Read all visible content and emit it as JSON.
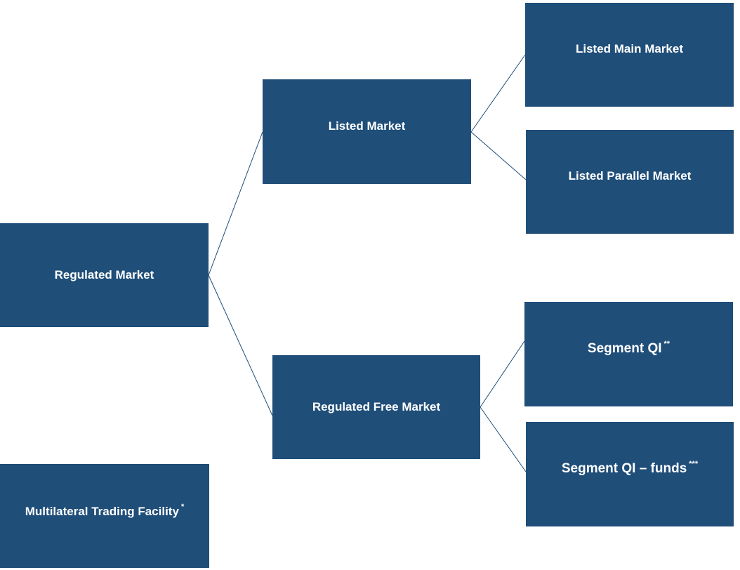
{
  "diagram": {
    "nodes": {
      "regulated_market": {
        "label": "Regulated Market",
        "footnote": ""
      },
      "mtf": {
        "label": "Multilateral Trading Facility",
        "footnote": "*"
      },
      "listed_market": {
        "label": "Listed Market",
        "footnote": ""
      },
      "regulated_free_market": {
        "label": "Regulated Free Market",
        "footnote": ""
      },
      "listed_main_market": {
        "label": "Listed Main Market",
        "footnote": ""
      },
      "listed_parallel_market": {
        "label": "Listed Parallel Market",
        "footnote": ""
      },
      "segment_qi": {
        "label": "Segment QI",
        "footnote": "**"
      },
      "segment_qi_funds": {
        "label": "Segment QI – funds",
        "footnote": "***"
      }
    },
    "edges": [
      [
        "regulated_market",
        "listed_market"
      ],
      [
        "regulated_market",
        "regulated_free_market"
      ],
      [
        "listed_market",
        "listed_main_market"
      ],
      [
        "listed_market",
        "listed_parallel_market"
      ],
      [
        "regulated_free_market",
        "segment_qi"
      ],
      [
        "regulated_free_market",
        "segment_qi_funds"
      ]
    ],
    "colors": {
      "node_fill": "#1f4e79",
      "node_text": "#ffffff",
      "connector": "#1f4e79",
      "background": "#ffffff"
    }
  }
}
